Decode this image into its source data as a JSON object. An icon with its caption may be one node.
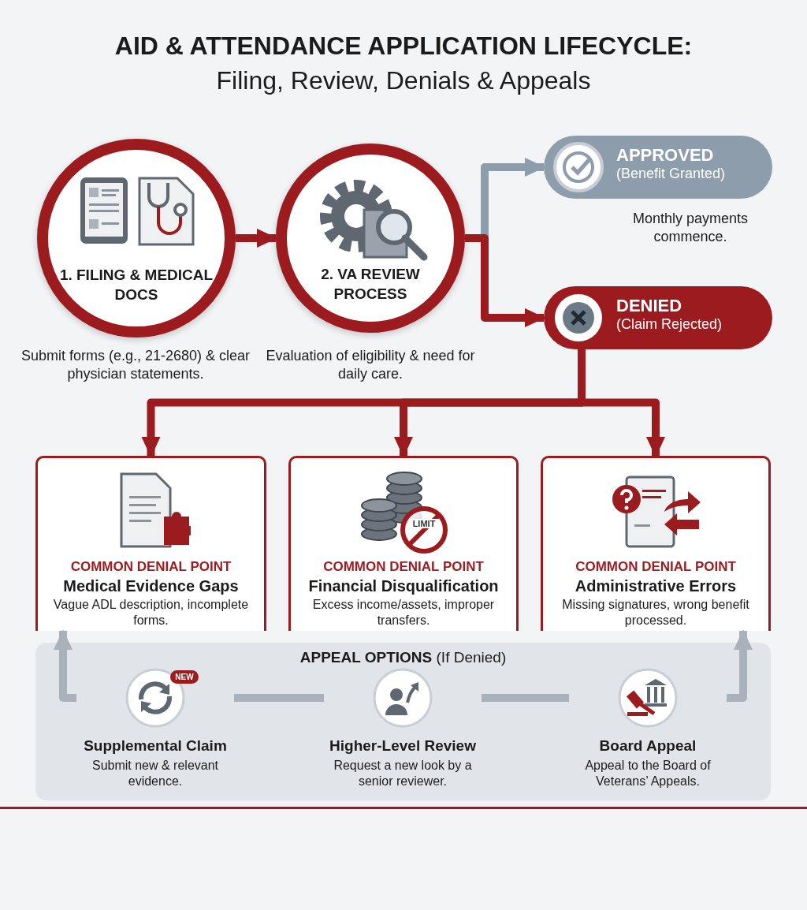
{
  "diagram": {
    "title": "AID & ATTENDANCE APPLICATION LIFECYCLE:",
    "nodes": [
      {
        "text": [
          "1. FILING & MEDICAL DOCS"
        ],
        "beside": [
          "Submit forms (e.g., 21-2680) & clear physician statements."
        ]
      },
      {
        "text": [
          "2. VA REVIEW PROCESS"
        ],
        "beside": [
          "Evaluation of eligibility & need for daily care."
        ]
      },
      {
        "text": [
          "APPROVED",
          "(Benefit Granted)"
        ],
        "beside": [
          "Monthly payments commence."
        ]
      },
      {
        "text": [
          "DENIED",
          "(Claim Rejected)"
        ]
      },
      {
        "text": [
          "COMMON DENIAL POINT",
          "Medical Evidence Gaps",
          "Vague ADL description, incomplete forms."
        ]
      },
      {
        "text": [
          "COMMON DENIAL POINT",
          "Financial Disqualification",
          "Excess income/assets, improper transfers."
        ]
      },
      {
        "text": [
          "COMMON DENIAL POINT",
          "Administrative Errors",
          "Missing signatures, wrong benefit processed."
        ]
      },
      {
        "text": [
          "**APPEAL OPTIONS** (If Denied)"
        ]
      },
      {
        "text": [
          "Supplemental Claim",
          "Submit new & relevant evidence."
        ],
        "in": 7
      },
      {
        "text": [
          "Higher-Level Review",
          "Request a new look by a senior reviewer."
        ],
        "in": 7
      },
      {
        "text": [
          "Board Appeal",
          "Appeal to the Board of Veterans’ Appeals."
        ],
        "in": 7
      }
    ],
    "edges": [
      {
        "from": 0,
        "to": 1,
        "arrow": "to"
      },
      {
        "from": 1,
        "to": 2,
        "arrow": "to",
        "color": "#8e9dab"
      },
      {
        "from": 1,
        "to": 3,
        "arrow": "to"
      },
      {
        "from": 3,
        "to": 4,
        "arrow": "to"
      },
      {
        "from": 3,
        "to": 5,
        "arrow": "to"
      },
      {
        "from": 3,
        "to": 6,
        "arrow": "to"
      },
      {
        "from": 8,
        "to": 4,
        "arrow": "to",
        "color": "#a9b1ba"
      },
      {
        "from": 8,
        "to": 9,
        "arrow": "none",
        "color": "#a9b1ba"
      },
      {
        "from": 9,
        "to": 10,
        "arrow": "none",
        "color": "#a9b1ba"
      },
      {
        "from": 10,
        "to": 6,
        "arrow": "to",
        "color": "#a9b1ba"
      }
    ],
    "labels": [
      "Filing, Review, Denials & Appeals",
      "LIMIT",
      "NEW"
    ]
  }
}
